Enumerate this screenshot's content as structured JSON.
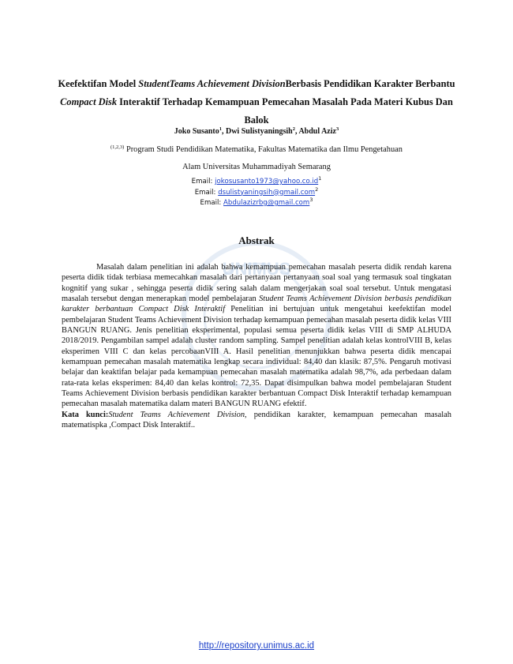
{
  "title": {
    "p1": "Keefektifan Model ",
    "p2": "StudentTeams Achievement Division",
    "p3": "Berbasis Pendidikan Karakter Berbantu ",
    "p4": "Compact Disk",
    "p5": " Interaktif Terhadap Kemampuan Pemecahan Masalah Pada Materi Kubus Dan Balok"
  },
  "authors": {
    "a1": "Joko Susanto",
    "s1": "1",
    "a2": ", Dwi Sulistyaningsih",
    "s2": "2",
    "a3": ", Abdul Aziz",
    "s3": "3"
  },
  "affiliation": {
    "sup": "(1,2,3)",
    "text": " Program Studi Pendidikan Matematika, Fakultas Matematika dan Ilmu Pengetahuan Alam Universitas Muhammadiyah Semarang"
  },
  "emails": [
    {
      "label": "Email: ",
      "address": "jokosusanto1973@yahoo.co.id",
      "sup": "1"
    },
    {
      "label": "Email: ",
      "address": "dsulistyaningsih@gmail.com",
      "sup": "2"
    },
    {
      "label": "Email: ",
      "address": "Abdulazizrbg@gmail.com",
      "sup": "3"
    }
  ],
  "abstract": {
    "heading": "Abstrak",
    "t1": "Masalah dalam penelitian ini adalah bahwa kemampuan pemecahan masalah peserta didik rendah karena peserta didik tidak terbiasa memecahkan masalah dari pertanyaan pertanyaan soal soal yang termasuk soal tingkatan kognitif yang sukar , sehingga peserta didik sering salah dalam mengerjakan soal soal tersebut. Untuk mengatasi masalah tersebut dengan menerapkan model pembelajaran ",
    "t2": "Student Teams Achievement Division berbasis pendidikan karakter berbantuan Compact Disk Interaktif",
    "t3": " Penelitian ini bertujuan untuk mengetahui keefektifan model pembelajaran Student Teams Achievement Division terhadap kemampuan pemecahan masalah peserta didik kelas VIII BANGUN RUANG. Jenis penelitian eksperimental, populasi semua peserta didik kelas VIII di SMP ALHUDA 2018/2019. Pengambilan sampel adalah cluster random  sampling. Sampel penelitian adalah kelas kontrolVIII B, kelas eksperimen VIII C dan kelas percobaanVIII A. Hasil penelitian menunjukkan bahwa peserta didik  mencapai kemampuan pemecahan masalah matematika lengkap secara individual: 84,40 dan klasik: 87,5%. Pengaruh motivasi belajar dan keaktifan belajar pada kemampuan pemecahan masalah matematika adalah 98,7%, ada perbedaan dalam rata-rata kelas eksperimen: 84,40 dan kelas kontrol: 72,35. Dapat disimpulkan bahwa model pembelajaran Student Teams Achievement Division berbasis pendidikan karakter berbantuan Compact Disk Interaktif terhadap kemampuan pemecahan masalah matematika dalam materi BANGUN RUANG efektif.",
    "kw_label": "Kata kunci:",
    "kw_italic": "Student Teams Achievement Division",
    "kw_rest": ", pendidikan karakter, kemampuan pemecahan masalah matematispka ,Compact Disk Interaktif.."
  },
  "footer": {
    "url": "http://repository.unimus.ac.id"
  },
  "watermark": {
    "text": "UNIMUS",
    "color": "#c9d9ec"
  }
}
